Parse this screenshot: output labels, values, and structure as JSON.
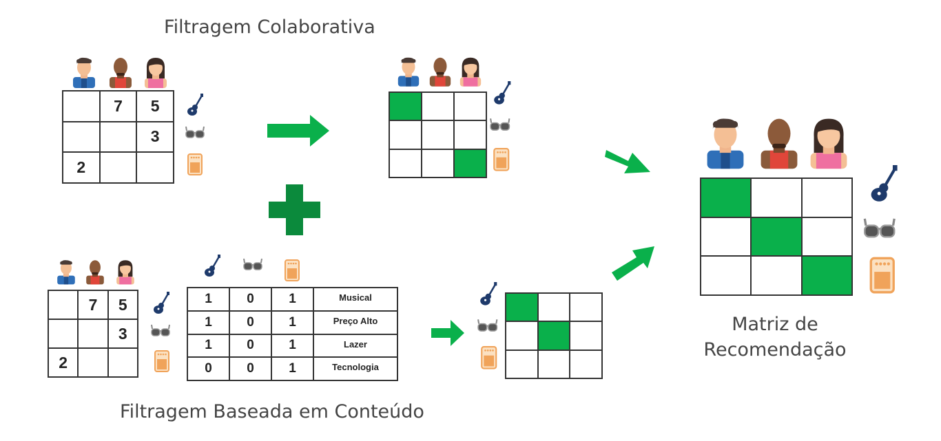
{
  "titles": {
    "collaborative": "Filtragem Colaborativa",
    "content_based": "Filtragem Baseada em Conteúdo",
    "result_line1": "Matriz de",
    "result_line2": "Recomendação"
  },
  "rating_matrix": [
    [
      "",
      "7",
      "5"
    ],
    [
      "",
      "",
      "3"
    ],
    [
      "2",
      "",
      ""
    ]
  ],
  "feature_table": {
    "rows": [
      {
        "v": [
          "1",
          "0",
          "1"
        ],
        "label": "Musical"
      },
      {
        "v": [
          "1",
          "0",
          "1"
        ],
        "label": "Preço Alto"
      },
      {
        "v": [
          "1",
          "0",
          "1"
        ],
        "label": "Lazer"
      },
      {
        "v": [
          "0",
          "0",
          "1"
        ],
        "label": "Tecnologia"
      }
    ]
  },
  "collab_result": [
    [
      1,
      0,
      0
    ],
    [
      0,
      0,
      0
    ],
    [
      0,
      0,
      1
    ]
  ],
  "content_result": [
    [
      1,
      0,
      0
    ],
    [
      0,
      1,
      0
    ],
    [
      0,
      0,
      0
    ]
  ],
  "final_result": [
    [
      1,
      0,
      0
    ],
    [
      0,
      1,
      0
    ],
    [
      0,
      0,
      1
    ]
  ],
  "items": [
    "guitar-icon",
    "sunglasses-icon",
    "pedal-icon"
  ],
  "colors": {
    "highlight": "#0ab04b",
    "arrow": "#0ab04b",
    "plus": "#0b8a3c"
  }
}
